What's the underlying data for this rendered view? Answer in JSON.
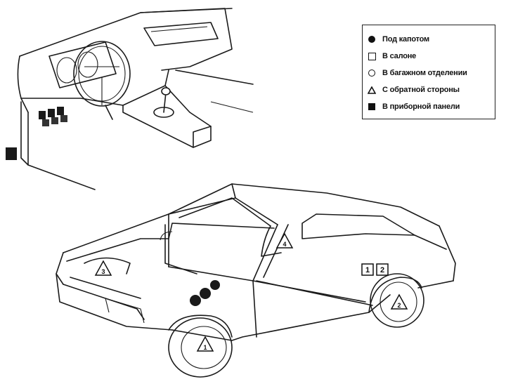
{
  "legend": {
    "items": [
      {
        "symbol": "filled-circle",
        "label": "Под капотом"
      },
      {
        "symbol": "open-square",
        "label": "В салоне"
      },
      {
        "symbol": "open-circle",
        "label": "В багажном отделении"
      },
      {
        "symbol": "open-triangle",
        "label": "С обратной стороны"
      },
      {
        "symbol": "filled-square",
        "label": "В приборной панели"
      }
    ]
  },
  "markers": {
    "tri_front_wheel": "1",
    "tri_rear_wheel": "2",
    "tri_hood": "3",
    "tri_pillar": "4",
    "box_a": "1",
    "box_b": "2"
  }
}
